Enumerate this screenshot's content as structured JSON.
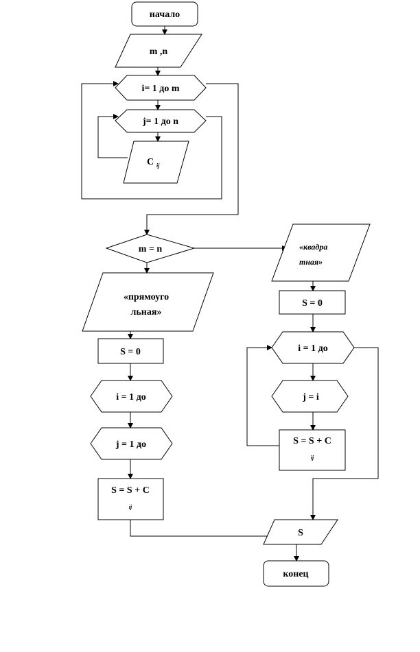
{
  "blocks": {
    "start": "начало",
    "input": "m ,n",
    "loop_i": "i= 1 до m",
    "loop_j": "j= 1 до n",
    "input_c": "C",
    "input_c_sub": "ij",
    "condition": "m = n",
    "square_line1": "«квадра",
    "square_line2": "тная»",
    "right_s0": "S = 0",
    "right_loop_i": "i = 1 до",
    "right_loop_j": "j = i",
    "right_sum": "S = S + C",
    "right_sum_sub": "ij",
    "rect_line1": "«прямоуго",
    "rect_line2": "льная»",
    "left_s0": "S = 0",
    "left_loop_i": "i = 1 до",
    "left_loop_j": "j = 1 до",
    "left_sum": "S = S + C",
    "left_sum_sub": "ij",
    "output": "S",
    "end": "конец"
  }
}
